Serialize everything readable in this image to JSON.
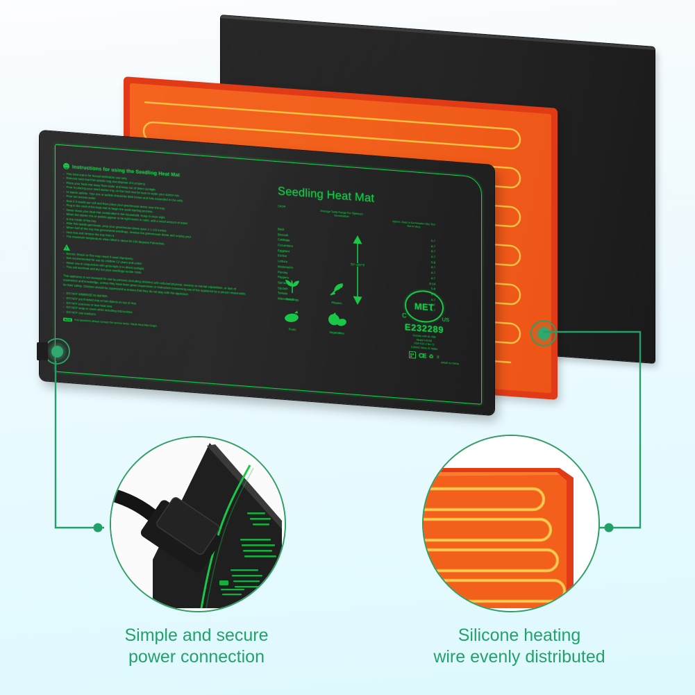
{
  "product": {
    "title": "Seedling Heat Mat",
    "instructions_heading": "Instructions for using the Seedling Heat Mat",
    "instructions": [
      "This heat mat is for household/indoor use only.",
      "Remove heat mat from plastic bag and dispose of it properly.",
      "Place your heat mat away from water and keep out of direct sunlight.",
      "Prior to placing your seed starter tray on the heat mat be sure to water your starter mix",
      "or starter pellets. Your mix or pellets should be dark brown and fully expanded in the cells.",
      "Pour out excess water.",
      "Sow 2-3 seeds per cell and then place your greenhouse dome over the tray.",
      "Plug in the cord of the heat mat to begin the seed starting process.",
      "Never leave your heat mat unattended in the household. Keep in clear sight.",
      "When the starter mix or pellets appear to be light brown in color, add a small amount of water",
      "to the inside of the tray.",
      "After first seeds germinate, prop your greenhouse dome open 1-1-1/2 inches.",
      "When half of the tray has germinated seedlings, remove the greenhouse dome and unplug your",
      "heat mat and remove the tray from it.",
      "The maximum temperature when idled is about 90-100 degrees Fahrenheit."
    ],
    "warnings": [
      "Electric Shock or Fire may result if used improperly.",
      "Not recommended for use by children 12 years and under.",
      "Never use in conjunction with grow light or in direct sunlight.",
      "This will overheat and dry out your seedlings tender roots."
    ],
    "liability_paragraph": "This appliance is not intended for use by persons (including children) with reduced physical, sensory or mental capabilities, or lack of experience and knowledge, unless they have been given supervision or instruction concerning use of the appliance by a person responsible for their safety. Children should be supervised to ensure that they do not play with the appliance.",
    "do_not_list": [
      "DO NOT IMMERSE IN WATER.",
      "DO NOT put finished mat or hot objects on top of mat.",
      "DO NOT puncture or tear heat mat.",
      "DO NOT wrap or cover while including instructions.",
      "DO NOT use outdoors."
    ],
    "service_tag": "NOTE",
    "service_note": "Any questions please contact the service items. Made Heat Mat Graph.",
    "table": {
      "header_crop": "CROP",
      "header_temp": "Average Temp Range For Optimum Germination",
      "header_days": "Approx. Days to Germination (Dry Test Not to Vary)",
      "temp_range_label": "70°-107°F",
      "rows": [
        {
          "crop": "Basil",
          "days": "5-7"
        },
        {
          "crop": "Broccoli",
          "days": "4-7"
        },
        {
          "crop": "Cabbage",
          "days": "4-7"
        },
        {
          "crop": "Cucumbers",
          "days": "3-7"
        },
        {
          "crop": "Eggplant",
          "days": "5-8"
        },
        {
          "crop": "Endive",
          "days": "4-7"
        },
        {
          "crop": "Lettuce",
          "days": "4-7"
        },
        {
          "crop": "Muskmelon",
          "days": "4-7"
        },
        {
          "crop": "Parsley",
          "days": "8-14"
        },
        {
          "crop": "Peppers",
          "days": "5-8"
        },
        {
          "crop": "Spinach",
          "days": "5-7"
        },
        {
          "crop": "Squash",
          "days": "4-7"
        },
        {
          "crop": "Tomato",
          "days": "5-7"
        },
        {
          "crop": "Watermelon",
          "days": "4-7"
        }
      ]
    },
    "use_icons": [
      {
        "name": "seedlings-icon",
        "label": "Seedlings"
      },
      {
        "name": "flowers-icon",
        "label": "Flowers"
      },
      {
        "name": "fruits-icon",
        "label": "Fruits"
      },
      {
        "name": "vegetables-icon",
        "label": "Vegetables"
      }
    ],
    "certification": {
      "mark": "MET",
      "prefix_c": "C",
      "suffix_us": "US",
      "file_number": "E232289",
      "spec_lines": [
        "Comply with UL 499",
        "Model H1109",
        "CSA C22.2 No.72",
        "120VAC 60Hz 21 Watts"
      ],
      "marks": [
        "square-mark",
        "CE",
        "recycle-mark",
        "weee-bin-mark"
      ],
      "mark_note": "MADE IN CHINA"
    }
  },
  "callouts": [
    {
      "name": "power-connection-callout",
      "caption_line1": "Simple and secure",
      "caption_line2": "power connection"
    },
    {
      "name": "heating-wire-callout",
      "caption_line1": "Silicone heating",
      "caption_line2": "wire evenly distributed"
    }
  ],
  "colors": {
    "print_green": "#18c846",
    "caption_green": "#25a06a",
    "leader_green": "#22a06a",
    "silicone_orange": "#f2601c",
    "silicone_edge": "#e03a17",
    "wire_yellow": "#f7b733",
    "mat_black": "#222222",
    "background_top": "#fdfdff",
    "background_bottom": "#ddf9fd"
  }
}
